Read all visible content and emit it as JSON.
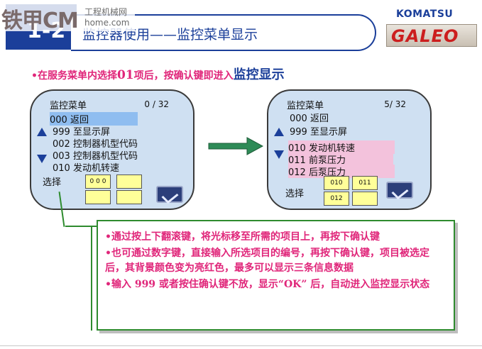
{
  "header": {
    "section_number": "1-2",
    "title": "监控器使用——监控菜单显示",
    "watermark_logo": "铁甲CM",
    "watermark_line1": "工程机械网",
    "watermark_line2": "home.com",
    "brand_top": "KOMATSU",
    "brand_logo": "GALEO"
  },
  "intro": {
    "prefix": "•在服务菜单内选择",
    "number": "01",
    "middle": "项后，按确认键即进入",
    "highlight": "监控显示"
  },
  "left_screen": {
    "title": "监控菜单",
    "page": "0 / 32",
    "rows": [
      "000 返回",
      "999 至显示屏",
      "002 控制器机型代码",
      "003 控制器机型代码",
      "010 发动机转速"
    ],
    "select_label": "选择",
    "boxes": [
      "0 0 0",
      "",
      "",
      ""
    ]
  },
  "right_screen": {
    "title": "监控菜单",
    "page": "5/ 32",
    "rows": [
      "000 返回",
      "999 至显示屏",
      "010 发动机转速",
      "011 前泵压力",
      "012 后泵压力"
    ],
    "select_label": "选择",
    "boxes": [
      "010",
      "011",
      "012",
      ""
    ]
  },
  "explanation": {
    "items": [
      "•通过按上下翻滚键，将光标移至所需的项目上，再按下确认键",
      "•也可通过数字键，直接输入所选项目的编号，再按下确认键，项目被选定后，其背景颜色变为亮红色，最多可以显示三条信息数据",
      "•输入 999 或者按住确认键不放，显示“OK” 后，自动进入监控显示状态"
    ]
  },
  "colors": {
    "accent_blue": "#1b3f9a",
    "accent_pink": "#e0267a",
    "screen_bg": "#cfe0f2",
    "selected_row": "#f3c2dc",
    "cursor_row": "#8fbdf0",
    "frame_green": "#2e8b2e"
  },
  "icons": {
    "scroll_up": "triangle-up-icon",
    "scroll_down": "triangle-down-icon",
    "confirm": "check-icon",
    "transition": "right-arrow-icon"
  }
}
